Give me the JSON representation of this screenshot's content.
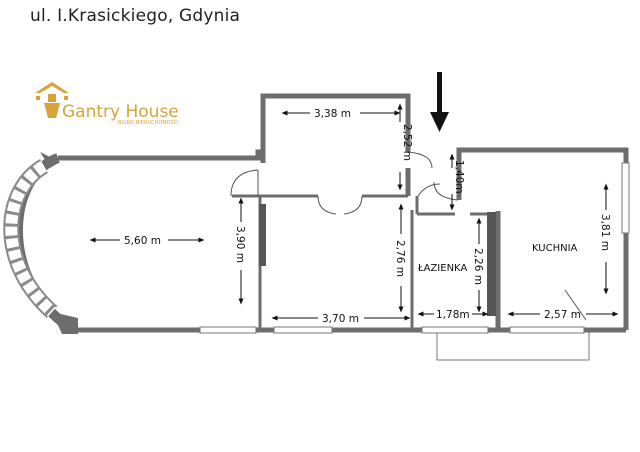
{
  "address": "ul. I.Krasickiego, Gdynia",
  "logo": {
    "name": "Gantry House",
    "tagline": "BIURO NIERUCHOMOŚCI",
    "color": "#d8a33a"
  },
  "rooms": {
    "bathroom": "ŁAZIENKA",
    "kitchen": "KUCHNIA"
  },
  "dimensions": {
    "hall_width": "3,38 m",
    "hall_depth": "2,52 m",
    "corridor": "1,40m",
    "living_width": "5,60 m",
    "living_depth": "3,90 m",
    "bedroom_width": "3,70 m",
    "bedroom_depth": "2,76 m",
    "bathroom_width": "1,78m",
    "bathroom_depth": "2,26 m",
    "kitchen_width": "2,57 m",
    "kitchen_depth": "3,81 m"
  },
  "colors": {
    "wall": "#6d6d6d",
    "window": "#ffffff",
    "text": "#111111"
  }
}
